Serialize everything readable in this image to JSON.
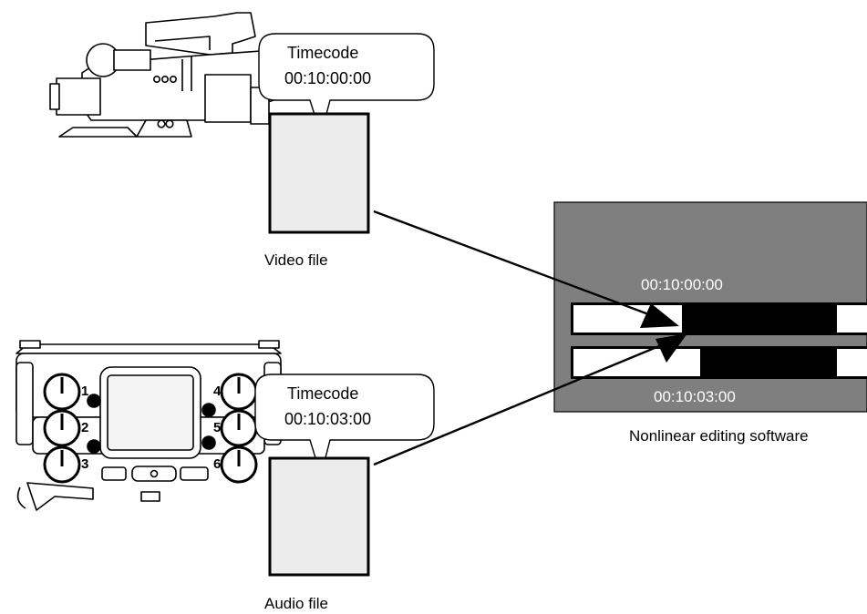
{
  "camera": {
    "bubble": {
      "line1": "Timecode",
      "line2": "00:10:00:00"
    },
    "file_label": "Video file"
  },
  "recorder": {
    "bubble": {
      "line1": "Timecode",
      "line2": "00:10:03:00"
    },
    "channel_numbers": [
      "1",
      "2",
      "3",
      "4",
      "5",
      "6"
    ]
  },
  "audio": {
    "file_label": "Audio file"
  },
  "nle": {
    "top_timecode": "00:10:00:00",
    "bottom_timecode": "00:10:03:00",
    "caption": "Nonlinear editing software",
    "panel_color": "#7f7f7f"
  }
}
